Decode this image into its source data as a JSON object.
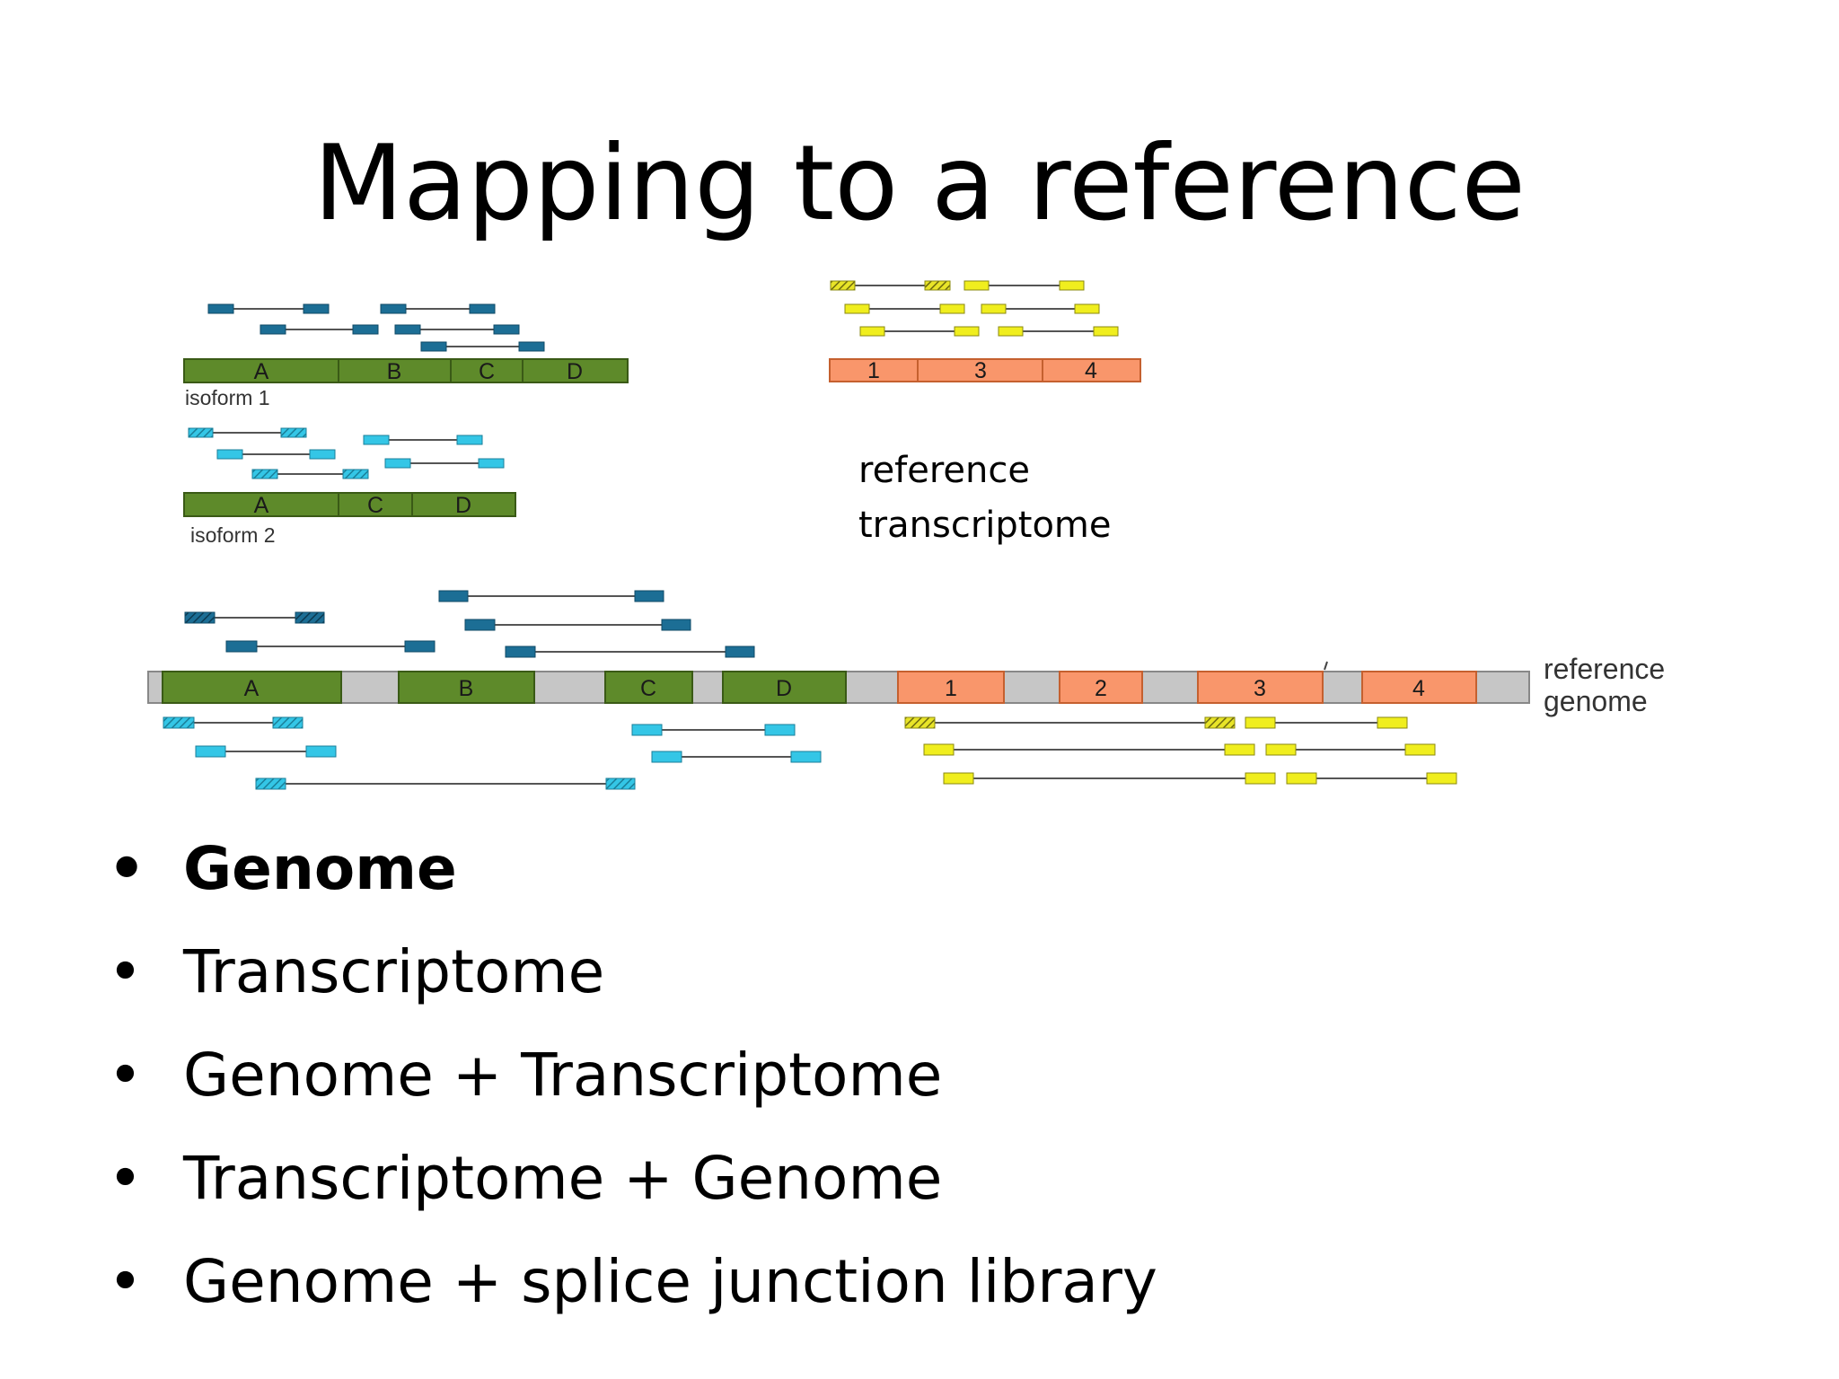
{
  "slide": {
    "title": "Mapping to a reference"
  },
  "diagram": {
    "transcripts": {
      "isoform1": {
        "caption": "isoform 1",
        "exons": [
          "A",
          "B",
          "C",
          "D"
        ]
      },
      "isoform2": {
        "caption": "isoform 2",
        "exons": [
          "A",
          "C",
          "D"
        ]
      },
      "reference_transcript": {
        "exons": [
          "1",
          "3",
          "4"
        ]
      },
      "label_line1": "reference",
      "label_line2": "transcriptome"
    },
    "genome": {
      "exons": [
        "A",
        "B",
        "C",
        "D",
        "1",
        "2",
        "3",
        "4"
      ],
      "label_line1": "reference",
      "label_line2": "genome"
    },
    "colors": {
      "isoform_exon": "#5e8a2a",
      "reference_exon": "#f9966b",
      "intron": "#c6c6c6",
      "read_blue": "#1c6e95",
      "read_cyan": "#34c6e6",
      "read_yellow": "#f0ee1e"
    }
  },
  "bullets": [
    {
      "text": "Genome",
      "bold": true
    },
    {
      "text": "Transcriptome",
      "bold": false
    },
    {
      "text": "Genome + Transcriptome",
      "bold": false
    },
    {
      "text": "Transcriptome + Genome",
      "bold": false
    },
    {
      "text": "Genome +  splice junction library",
      "bold": false
    }
  ]
}
